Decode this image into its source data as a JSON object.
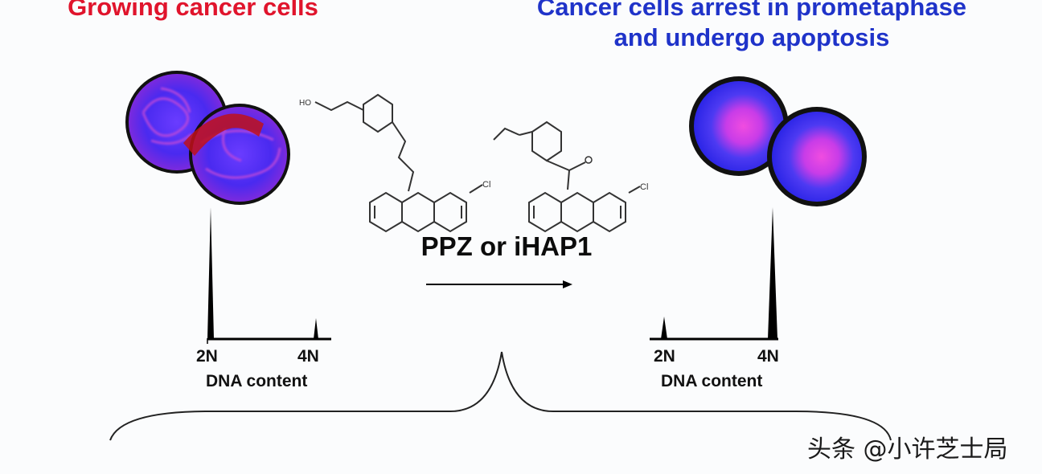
{
  "titles": {
    "left": "Growing cancer cells",
    "right_line1": "Cancer cells arrest in prometaphase",
    "right_line2": "and undergo apoptosis"
  },
  "drug_label": "PPZ or iHAP1",
  "histogram_left": {
    "label_2n": "2N",
    "label_4n": "4N",
    "axis_title": "DNA content",
    "peak": "2N"
  },
  "histogram_right": {
    "label_2n": "2N",
    "label_4n": "4N",
    "axis_title": "DNA content",
    "peak": "4N"
  },
  "molecules": {
    "left_substituent": "Cl",
    "right_substituent": "Cl",
    "left_hydroxyl": "HO"
  },
  "colors": {
    "title_left": "#e0142c",
    "title_right": "#1f33c9",
    "cell_blue": "#3a2cf0",
    "cell_magenta": "#d23cd6",
    "cell_border": "#111111"
  },
  "watermark": "头条 @小许芝士局"
}
